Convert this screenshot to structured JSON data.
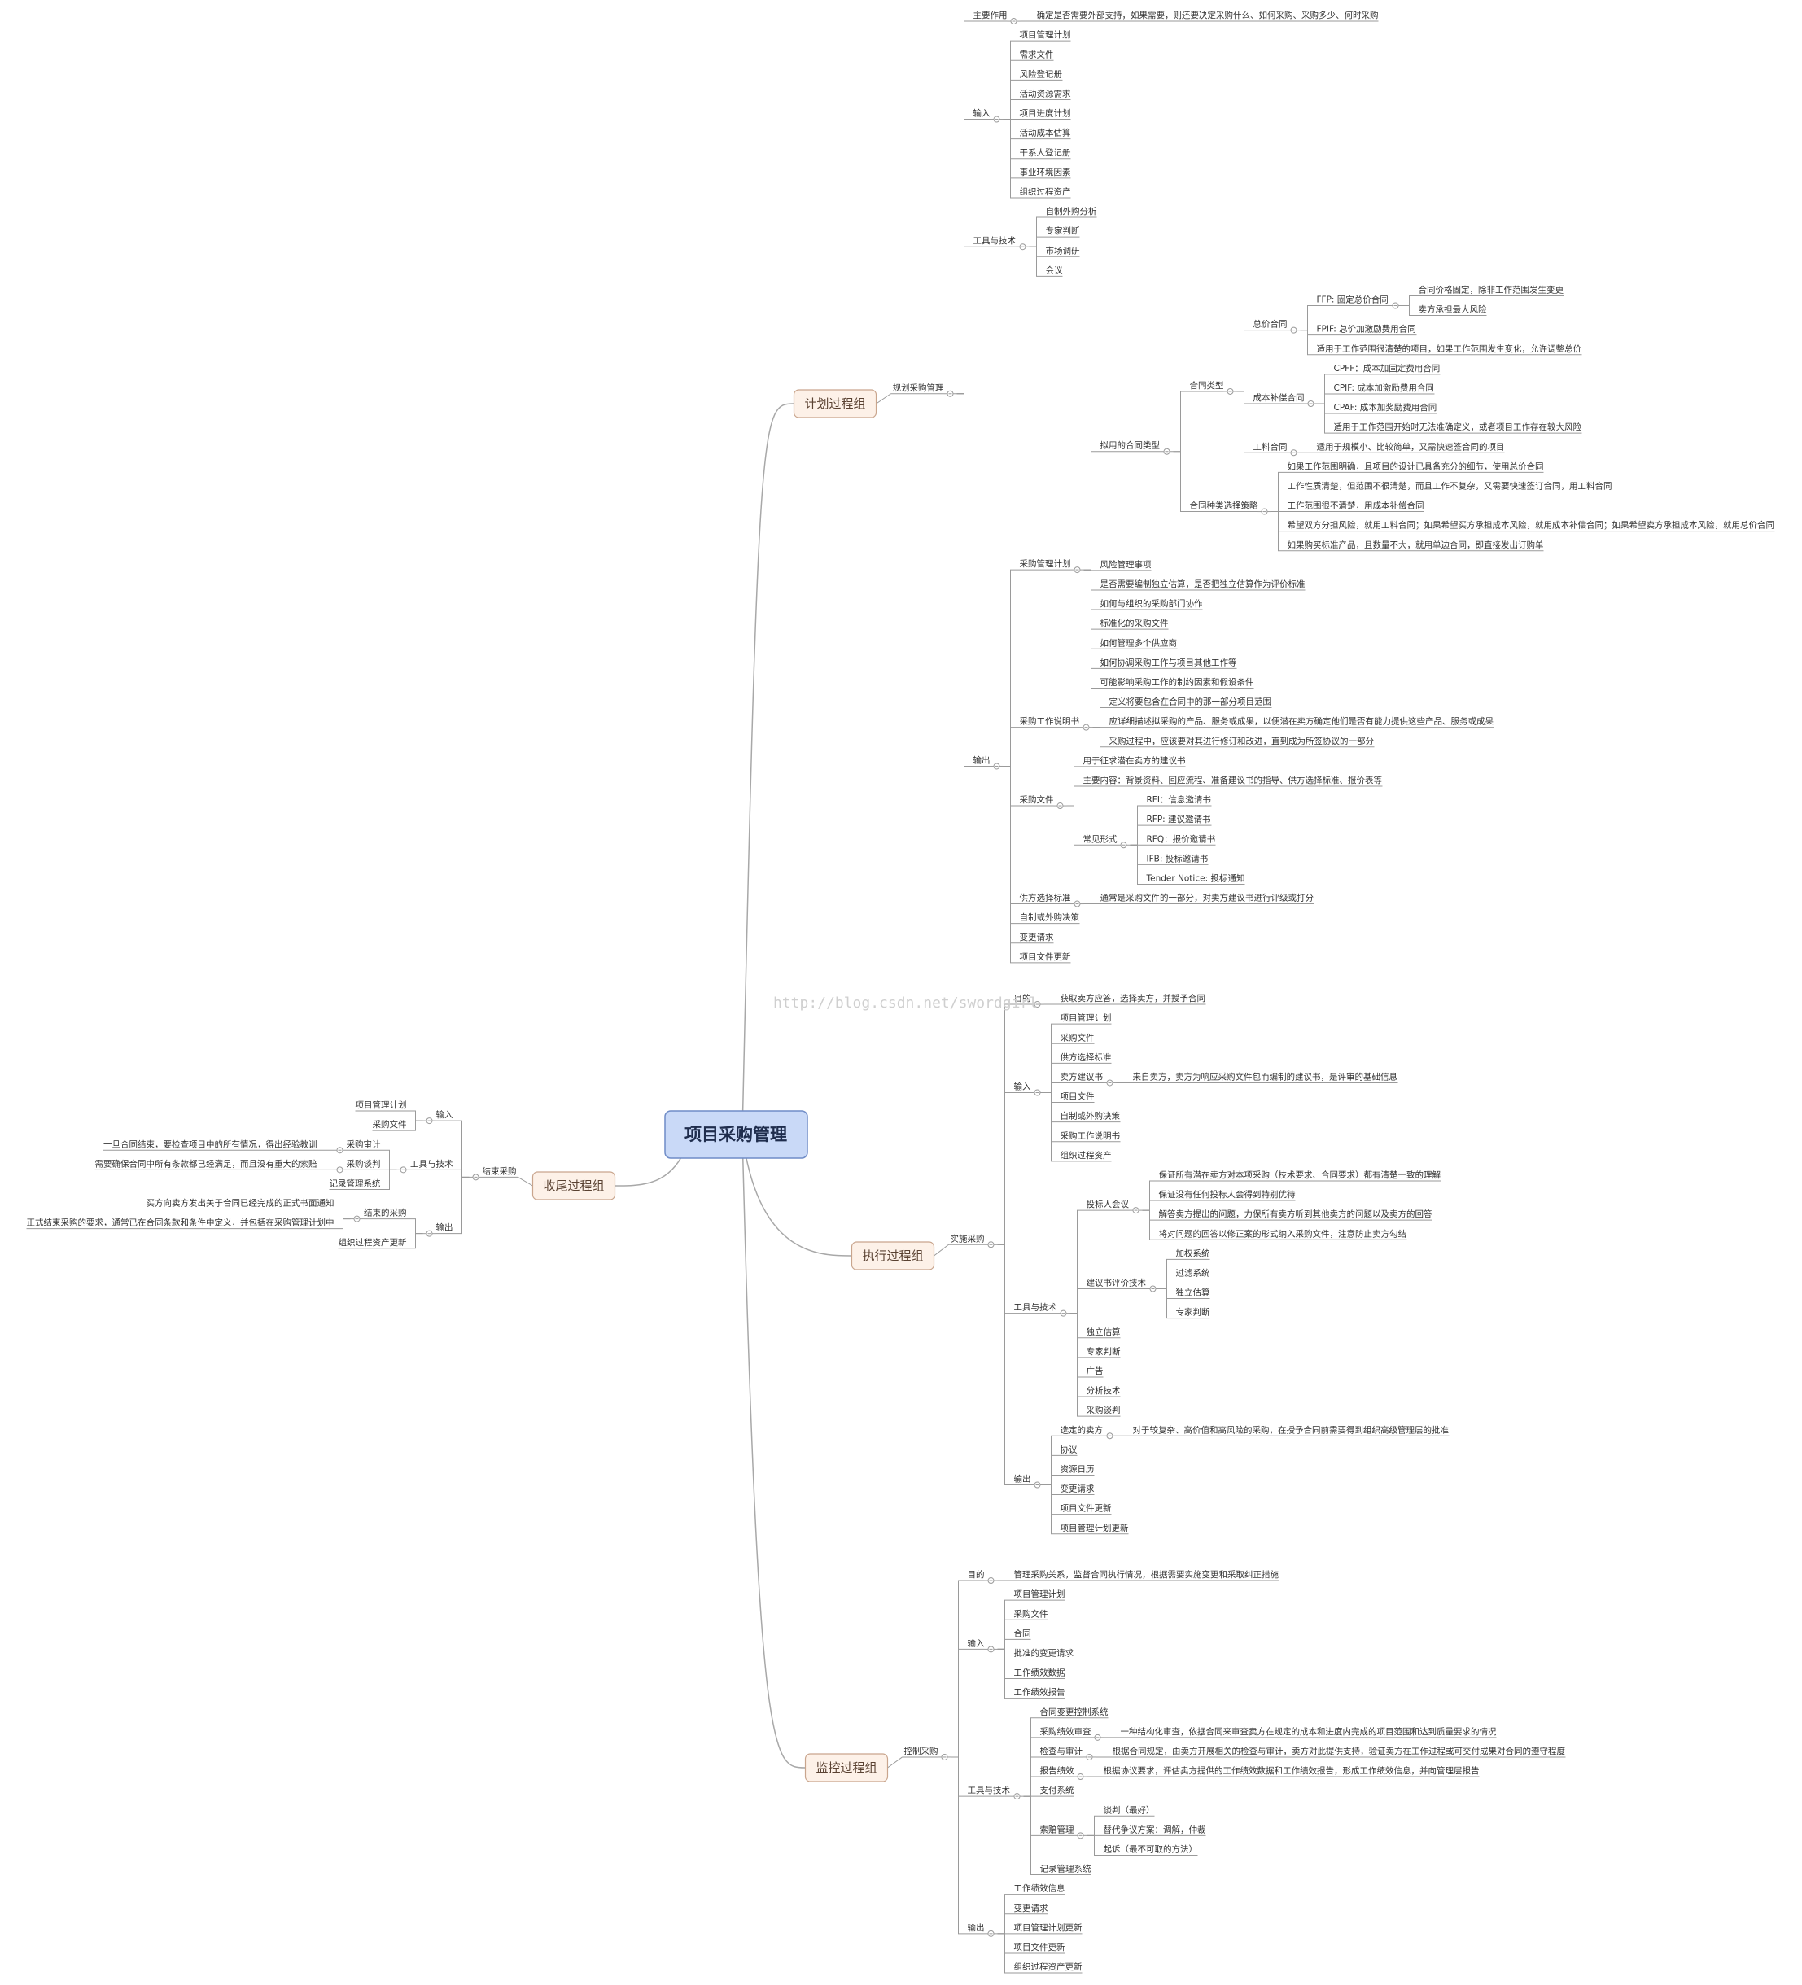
{
  "root": "项目采购管理",
  "watermark": "http://blog.csdn.net/swordgirl",
  "tree": [
    {
      "t": "计划过程组",
      "c": [
        {
          "t": "规划采购管理",
          "c": [
            {
              "t": "主要作用",
              "c": [
                {
                  "t": "确定是否需要外部支持，如果需要，则还要决定采购什么、如何采购、采购多少、何时采购"
                }
              ]
            },
            {
              "t": "输入",
              "c": [
                {
                  "t": "项目管理计划"
                },
                {
                  "t": "需求文件"
                },
                {
                  "t": "风险登记册"
                },
                {
                  "t": "活动资源需求"
                },
                {
                  "t": "项目进度计划"
                },
                {
                  "t": "活动成本估算"
                },
                {
                  "t": "干系人登记册"
                },
                {
                  "t": "事业环境因素"
                },
                {
                  "t": "组织过程资产"
                }
              ]
            },
            {
              "t": "工具与技术",
              "c": [
                {
                  "t": "自制外购分析"
                },
                {
                  "t": "专家判断"
                },
                {
                  "t": "市场调研"
                },
                {
                  "t": "会议"
                }
              ]
            },
            {
              "t": "输出",
              "c": [
                {
                  "t": "采购管理计划",
                  "c": [
                    {
                      "t": "拟用的合同类型",
                      "c": [
                        {
                          "t": "合同类型",
                          "c": [
                            {
                              "t": "总价合同",
                              "c": [
                                {
                                  "t": "FFP: 固定总价合同",
                                  "c": [
                                    {
                                      "t": "合同价格固定，除非工作范围发生变更"
                                    },
                                    {
                                      "t": "卖方承担最大风险"
                                    }
                                  ]
                                },
                                {
                                  "t": "FPIF: 总价加激励费用合同"
                                },
                                {
                                  "t": "适用于工作范围很清楚的项目，如果工作范围发生变化，允许调整总价"
                                }
                              ]
                            },
                            {
                              "t": "成本补偿合同",
                              "c": [
                                {
                                  "t": "CPFF：成本加固定费用合同"
                                },
                                {
                                  "t": "CPIF: 成本加激励费用合同"
                                },
                                {
                                  "t": "CPAF: 成本加奖励费用合同"
                                },
                                {
                                  "t": "适用于工作范围开始时无法准确定义，或者项目工作存在较大风险"
                                }
                              ]
                            },
                            {
                              "t": "工料合同",
                              "c": [
                                {
                                  "t": "适用于规模小、比较简单，又需快速签合同的项目"
                                }
                              ]
                            }
                          ]
                        },
                        {
                          "t": "合同种类选择策略",
                          "c": [
                            {
                              "t": "如果工作范围明确，且项目的设计已具备充分的细节，使用总价合同"
                            },
                            {
                              "t": "工作性质清楚，但范围不很清楚，而且工作不复杂，又需要快速签订合同，用工料合同"
                            },
                            {
                              "t": "工作范围很不清楚，用成本补偿合同"
                            },
                            {
                              "t": "希望双方分担风险，就用工料合同；如果希望买方承担成本风险，就用成本补偿合同；如果希望卖方承担成本风险，就用总价合同"
                            },
                            {
                              "t": "如果购买标准产品，且数量不大，就用单边合同，即直接发出订购单"
                            }
                          ]
                        }
                      ]
                    },
                    {
                      "t": "风险管理事项"
                    },
                    {
                      "t": "是否需要编制独立估算，是否把独立估算作为评价标准"
                    },
                    {
                      "t": "如何与组织的采购部门协作"
                    },
                    {
                      "t": "标准化的采购文件"
                    },
                    {
                      "t": "如何管理多个供应商"
                    },
                    {
                      "t": "如何协调采购工作与项目其他工作等"
                    },
                    {
                      "t": "可能影响采购工作的制约因素和假设条件"
                    }
                  ]
                },
                {
                  "t": "采购工作说明书",
                  "c": [
                    {
                      "t": "定义将要包含在合同中的那一部分项目范围"
                    },
                    {
                      "t": "应详细描述拟采购的产品、服务或成果，以便潜在卖方确定他们是否有能力提供这些产品、服务或成果"
                    },
                    {
                      "t": "采购过程中，应该要对其进行修订和改进，直到成为所签协议的一部分"
                    }
                  ]
                },
                {
                  "t": "采购文件",
                  "c": [
                    {
                      "t": "用于征求潜在卖方的建议书"
                    },
                    {
                      "t": "主要内容：背景资料、回应流程、准备建议书的指导、供方选择标准、报价表等"
                    },
                    {
                      "t": "常见形式",
                      "c": [
                        {
                          "t": "RFI：信息邀请书"
                        },
                        {
                          "t": "RFP: 建议邀请书"
                        },
                        {
                          "t": "RFQ：报价邀请书"
                        },
                        {
                          "t": "IFB: 投标邀请书"
                        },
                        {
                          "t": "Tender Notice: 投标通知"
                        }
                      ]
                    }
                  ]
                },
                {
                  "t": "供方选择标准",
                  "c": [
                    {
                      "t": "通常是采购文件的一部分，对卖方建议书进行评级或打分"
                    }
                  ]
                },
                {
                  "t": "自制或外购决策"
                },
                {
                  "t": "变更请求"
                },
                {
                  "t": "项目文件更新"
                }
              ]
            }
          ]
        }
      ]
    },
    {
      "t": "执行过程组",
      "c": [
        {
          "t": "实施采购",
          "c": [
            {
              "t": "目的",
              "c": [
                {
                  "t": "获取卖方应答，选择卖方，并授予合同"
                }
              ]
            },
            {
              "t": "输入",
              "c": [
                {
                  "t": "项目管理计划"
                },
                {
                  "t": "采购文件"
                },
                {
                  "t": "供方选择标准"
                },
                {
                  "t": "卖方建议书",
                  "c": [
                    {
                      "t": "来自卖方，卖方为响应采购文件包而编制的建议书，是评审的基础信息"
                    }
                  ]
                },
                {
                  "t": "项目文件"
                },
                {
                  "t": "自制或外购决策"
                },
                {
                  "t": "采购工作说明书"
                },
                {
                  "t": "组织过程资产"
                }
              ]
            },
            {
              "t": "工具与技术",
              "c": [
                {
                  "t": "投标人会议",
                  "c": [
                    {
                      "t": "保证所有潜在卖方对本项采购（技术要求、合同要求）都有清楚一致的理解"
                    },
                    {
                      "t": "保证没有任何投标人会得到特别优待"
                    },
                    {
                      "t": "解答卖方提出的问题，力保所有卖方听到其他卖方的问题以及卖方的回答"
                    },
                    {
                      "t": "将对问题的回答以修正案的形式纳入采购文件，注意防止卖方勾结"
                    }
                  ]
                },
                {
                  "t": "建议书评价技术",
                  "c": [
                    {
                      "t": "加权系统"
                    },
                    {
                      "t": "过滤系统"
                    },
                    {
                      "t": "独立估算"
                    },
                    {
                      "t": "专家判断"
                    }
                  ]
                },
                {
                  "t": "独立估算"
                },
                {
                  "t": "专家判断"
                },
                {
                  "t": "广告"
                },
                {
                  "t": "分析技术"
                },
                {
                  "t": "采购谈判"
                }
              ]
            },
            {
              "t": "输出",
              "c": [
                {
                  "t": "选定的卖方",
                  "c": [
                    {
                      "t": "对于较复杂、高价值和高风险的采购，在授予合同前需要得到组织高级管理层的批准"
                    }
                  ]
                },
                {
                  "t": "协议"
                },
                {
                  "t": "资源日历"
                },
                {
                  "t": "变更请求"
                },
                {
                  "t": "项目文件更新"
                },
                {
                  "t": "项目管理计划更新"
                }
              ]
            }
          ]
        }
      ]
    },
    {
      "t": "监控过程组",
      "c": [
        {
          "t": "控制采购",
          "c": [
            {
              "t": "目的",
              "c": [
                {
                  "t": "管理采购关系，监督合同执行情况，根据需要实施变更和采取纠正措施"
                }
              ]
            },
            {
              "t": "输入",
              "c": [
                {
                  "t": "项目管理计划"
                },
                {
                  "t": "采购文件"
                },
                {
                  "t": "合同"
                },
                {
                  "t": "批准的变更请求"
                },
                {
                  "t": "工作绩效数据"
                },
                {
                  "t": "工作绩效报告"
                }
              ]
            },
            {
              "t": "工具与技术",
              "c": [
                {
                  "t": "合同变更控制系统"
                },
                {
                  "t": "采购绩效审查",
                  "c": [
                    {
                      "t": "一种结构化审查，依据合同来审查卖方在规定的成本和进度内完成的项目范围和达到质量要求的情况"
                    }
                  ]
                },
                {
                  "t": "检查与审计",
                  "c": [
                    {
                      "t": "根据合同规定，由卖方开展相关的检查与审计，卖方对此提供支持，验证卖方在工作过程或可交付成果对合同的遵守程度"
                    }
                  ]
                },
                {
                  "t": "报告绩效",
                  "c": [
                    {
                      "t": "根据协议要求，评估卖方提供的工作绩效数据和工作绩效报告，形成工作绩效信息，并向管理层报告"
                    }
                  ]
                },
                {
                  "t": "支付系统"
                },
                {
                  "t": "索赔管理",
                  "c": [
                    {
                      "t": "谈判（最好）"
                    },
                    {
                      "t": "替代争议方案：调解，仲裁"
                    },
                    {
                      "t": "起诉（最不可取的方法）"
                    }
                  ]
                },
                {
                  "t": "记录管理系统"
                }
              ]
            },
            {
              "t": "输出",
              "c": [
                {
                  "t": "工作绩效信息"
                },
                {
                  "t": "变更请求"
                },
                {
                  "t": "项目管理计划更新"
                },
                {
                  "t": "项目文件更新"
                },
                {
                  "t": "组织过程资产更新"
                }
              ]
            }
          ]
        }
      ]
    }
  ],
  "left_tree": [
    {
      "t": "收尾过程组",
      "c": [
        {
          "t": "结束采购",
          "c": [
            {
              "t": "输入",
              "c": [
                {
                  "t": "项目管理计划"
                },
                {
                  "t": "采购文件"
                }
              ]
            },
            {
              "t": "工具与技术",
              "c": [
                {
                  "t": "采购审计",
                  "c": [
                    {
                      "t": "一旦合同结束，要检查项目中的所有情况，得出经验教训"
                    }
                  ]
                },
                {
                  "t": "采购谈判",
                  "c": [
                    {
                      "t": "需要确保合同中所有条款都已经满足，而且没有重大的索赔"
                    }
                  ]
                },
                {
                  "t": "记录管理系统"
                }
              ]
            },
            {
              "t": "输出",
              "c": [
                {
                  "t": "结束的采购",
                  "c": [
                    {
                      "t": "买方向卖方发出关于合同已经完成的正式书面通知"
                    },
                    {
                      "t": "正式结束采购的要求，通常已在合同条款和条件中定义，并包括在采购管理计划中"
                    }
                  ]
                },
                {
                  "t": "组织过程资产更新"
                }
              ]
            }
          ]
        }
      ]
    }
  ]
}
